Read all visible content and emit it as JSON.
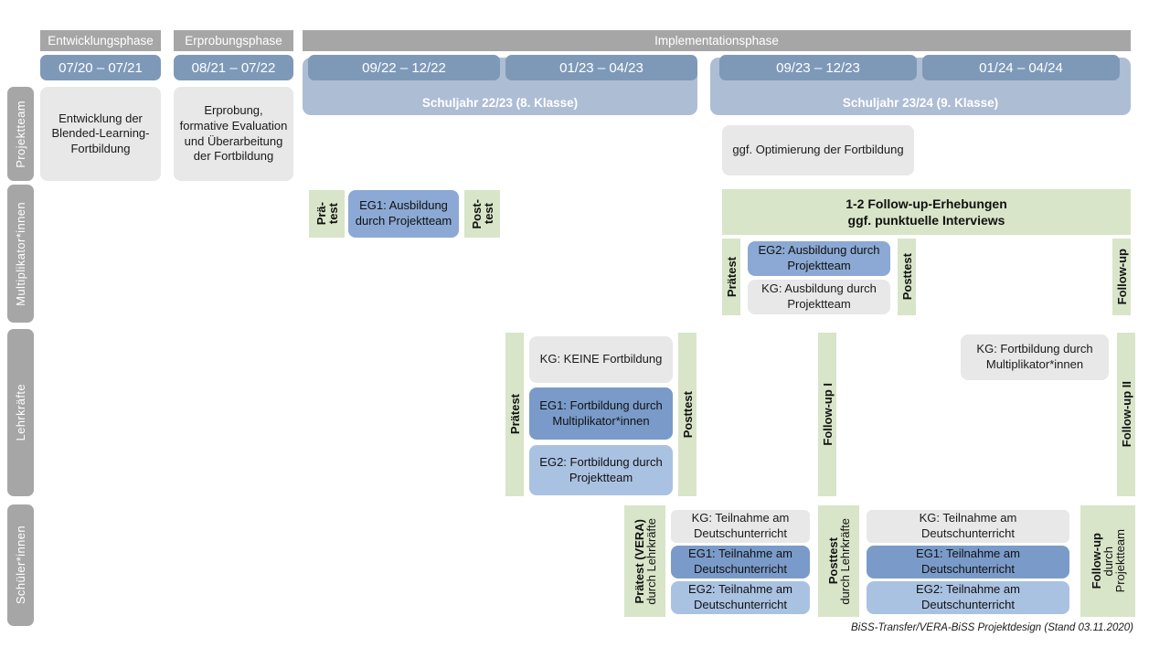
{
  "diagram": {
    "footer": "BiSS-Transfer/VERA-BiSS Projektdesign (Stand 03.11.2020)",
    "colors": {
      "phase_bar": "#a6a6a6",
      "date_box": "#7e99b8",
      "schuljahr": "#adbdd4",
      "gray_box": "#e8e8e8",
      "green": "#d8e5c8",
      "eg1_blue": "#7a9bc9",
      "eg2_blue": "#aac2e2",
      "row_label": "#a6a6a6"
    },
    "phases": [
      {
        "label": "Entwicklungsphase"
      },
      {
        "label": "Erprobungsphase"
      },
      {
        "label": "Implementationsphase"
      }
    ],
    "periods": [
      {
        "label": "07/20 – 07/21"
      },
      {
        "label": "08/21 – 07/22"
      },
      {
        "label": "09/22 – 12/22"
      },
      {
        "label": "01/23 – 04/23"
      },
      {
        "label": "09/23 – 12/23"
      },
      {
        "label": "01/24 – 04/24"
      }
    ],
    "school_years": [
      {
        "label": "Schuljahr 22/23 (8. Klasse)"
      },
      {
        "label": "Schuljahr 23/24 (9. Klasse)"
      }
    ],
    "row_labels": [
      {
        "label": "Projektteam"
      },
      {
        "label": "Multiplikator*innen"
      },
      {
        "label": "Lehrkräfte"
      },
      {
        "label": "Schüler*innen"
      }
    ],
    "projektteam": {
      "entwicklung": "Entwicklung der Blended-Learning-Fortbildung",
      "erprobung": "Erprobung, formative Evaluation und Überarbeitung der Fortbildung",
      "optimierung": "ggf. Optimierung der Fortbildung"
    },
    "multiplikatoren": {
      "praetest_l1": "Prä-",
      "praetest_l2": "test",
      "posttest_l1": "Post-",
      "posttest_l2": "test",
      "eg1_ausbildung": "EG1: Ausbildung durch Projektteam",
      "followup_band_l1": "1-2 Follow-up-Erhebungen",
      "followup_band_l2": "ggf. punktuelle Interviews",
      "praetest2": "Prätest",
      "posttest2": "Posttest",
      "eg2_ausbildung": "EG2: Ausbildung durch Projektteam",
      "kg_ausbildung": "KG: Ausbildung durch Projektteam",
      "followup": "Follow-up"
    },
    "lehrkraefte": {
      "praetest": "Prätest",
      "posttest": "Posttest",
      "kg_keine": "KG:  KEINE Fortbildung",
      "eg1": "EG1: Fortbildung durch Multiplikator*innen",
      "eg2": "EG2: Fortbildung durch Projektteam",
      "followup1": "Follow-up I",
      "followup2": "Follow-up II",
      "kg_fortbildung": "KG: Fortbildung durch Multiplikator*innen"
    },
    "schuelerinnen": {
      "praetest_main": "Prätest (VERA)",
      "praetest_sub": "durch Lehrkräfte",
      "posttest_main": "Posttest",
      "posttest_sub": "durch Lehrkräfte",
      "followup_main": "Follow-up",
      "followup_sub1": "durch",
      "followup_sub2": "Projektteam",
      "block1": [
        {
          "label": "KG: Teilnahme am Deutschunterricht",
          "style": "gray"
        },
        {
          "label": "EG1: Teilnahme am Deutschunterricht",
          "style": "eg1"
        },
        {
          "label": "EG2: Teilnahme am Deutschunterricht",
          "style": "eg2"
        }
      ],
      "block2": [
        {
          "label": "KG: Teilnahme am Deutschunterricht",
          "style": "gray"
        },
        {
          "label": "EG1: Teilnahme am Deutschunterricht",
          "style": "eg1"
        },
        {
          "label": "EG2: Teilnahme am Deutschunterricht",
          "style": "eg2"
        }
      ]
    }
  }
}
